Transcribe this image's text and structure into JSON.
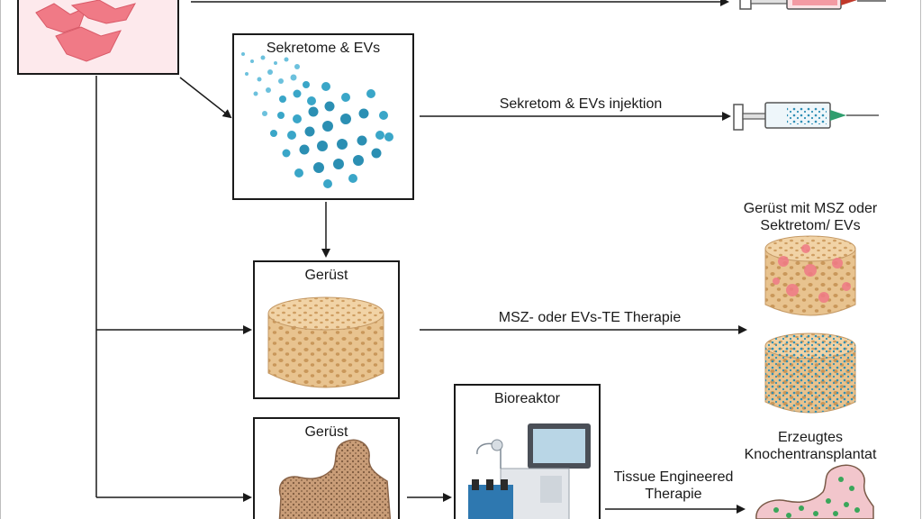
{
  "secretome_box": {
    "title": "Sekretome & EVs"
  },
  "secretome_injection": {
    "label": "Sekretom & EVs  injektion"
  },
  "scaffold_box_top": {
    "title": "Gerüst"
  },
  "scaffold_box_bottom": {
    "title": "Gerüst"
  },
  "bioreactor_box": {
    "title": "Bioreaktor"
  },
  "te_therapy": {
    "label": "MSZ- oder EVs-TE Therapie"
  },
  "scaffold_with_cells": {
    "line1": "Gerüst mit MSZ oder",
    "line2": "Sektretom/ EVs"
  },
  "tissue_engineered": {
    "line1": "Tissue Engineered",
    "line2": "Therapie"
  },
  "bone_graft": {
    "line1": "Erzeugtes",
    "line2": "Knochentransplantat"
  },
  "colors": {
    "cell_pink": "#f07a86",
    "vesicle_blue": "#3aa6c8",
    "scaffold_tan": "#e8c38f",
    "bone_brown": "#a07a5a",
    "graft_green": "#3aa65a",
    "arrow": "#1a1a1a"
  }
}
